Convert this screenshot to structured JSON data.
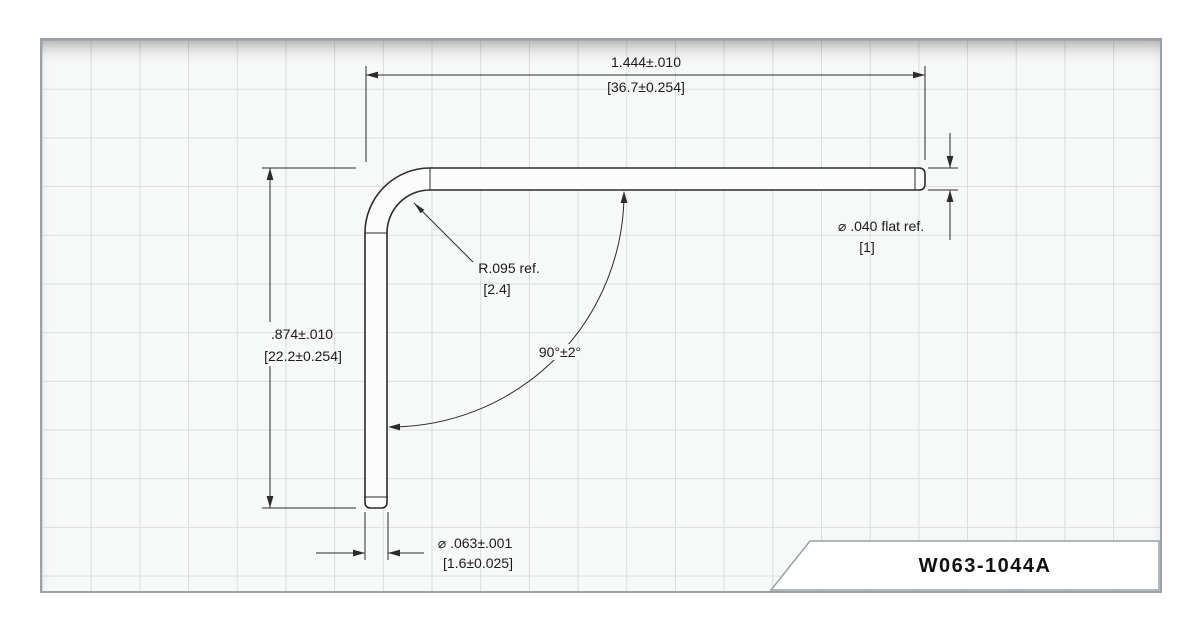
{
  "sheet": {
    "background": "#f7f8f8",
    "grid_color": "#dadde0",
    "border_color": "#9ba1a7",
    "line_color": "#2b2b2b"
  },
  "title_block": {
    "part_number": "W063-1044A"
  },
  "dimensions": {
    "length": {
      "value": "1.444±.010",
      "metric": "[36.7±0.254]"
    },
    "height": {
      "value": ".874±.010",
      "metric": "[22.2±0.254]"
    },
    "bend_radius": {
      "value": "R.095 ref.",
      "metric": "[2.4]"
    },
    "bend_angle": {
      "value": "90°±2°"
    },
    "end_flat": {
      "value": "⌀ .040 flat ref.",
      "metric": "[1]"
    },
    "wire_diameter": {
      "value": "⌀ .063±.001",
      "metric": "[1.6±0.025]"
    }
  }
}
